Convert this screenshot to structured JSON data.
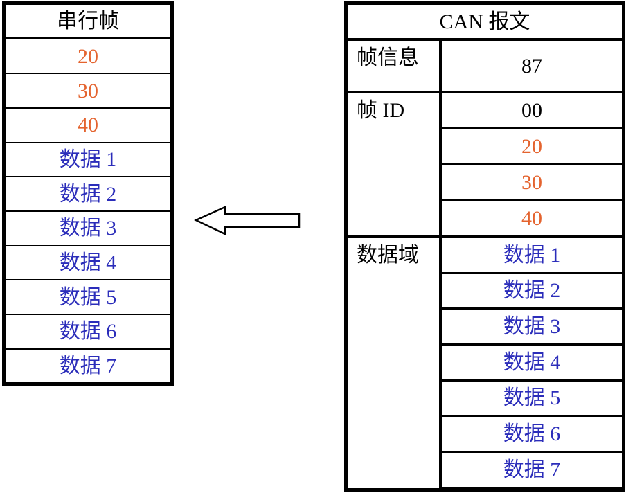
{
  "colors": {
    "accent_orange": "#E4632E",
    "accent_blue": "#2B2DBA",
    "text_black": "#000000",
    "border_black": "#000000",
    "background": "#FFFFFF"
  },
  "left_table": {
    "title": "串行帧",
    "rows": [
      {
        "text": "20",
        "color": "#E4632E"
      },
      {
        "text": "30",
        "color": "#E4632E"
      },
      {
        "text": "40",
        "color": "#E4632E"
      },
      {
        "text": "数据 1",
        "color": "#2B2DBA"
      },
      {
        "text": "数据 2",
        "color": "#2B2DBA"
      },
      {
        "text": "数据 3",
        "color": "#2B2DBA"
      },
      {
        "text": "数据 4",
        "color": "#2B2DBA"
      },
      {
        "text": "数据 5",
        "color": "#2B2DBA"
      },
      {
        "text": "数据 6",
        "color": "#2B2DBA"
      },
      {
        "text": "数据 7",
        "color": "#2B2DBA"
      }
    ]
  },
  "arrow": {
    "direction": "left"
  },
  "right_table": {
    "title": "CAN 报文",
    "sections": [
      {
        "label": "帧信息",
        "values": [
          {
            "text": "87",
            "color": "#000000"
          }
        ]
      },
      {
        "label": "帧 ID",
        "values": [
          {
            "text": "00",
            "color": "#000000"
          },
          {
            "text": "20",
            "color": "#E4632E"
          },
          {
            "text": "30",
            "color": "#E4632E"
          },
          {
            "text": "40",
            "color": "#E4632E"
          }
        ]
      },
      {
        "label": "数据域",
        "values": [
          {
            "text": "数据 1",
            "color": "#2B2DBA"
          },
          {
            "text": "数据 2",
            "color": "#2B2DBA"
          },
          {
            "text": "数据 3",
            "color": "#2B2DBA"
          },
          {
            "text": "数据 4",
            "color": "#2B2DBA"
          },
          {
            "text": "数据 5",
            "color": "#2B2DBA"
          },
          {
            "text": "数据 6",
            "color": "#2B2DBA"
          },
          {
            "text": "数据 7",
            "color": "#2B2DBA"
          },
          {
            "text": "",
            "color": "#000000"
          }
        ]
      }
    ]
  }
}
